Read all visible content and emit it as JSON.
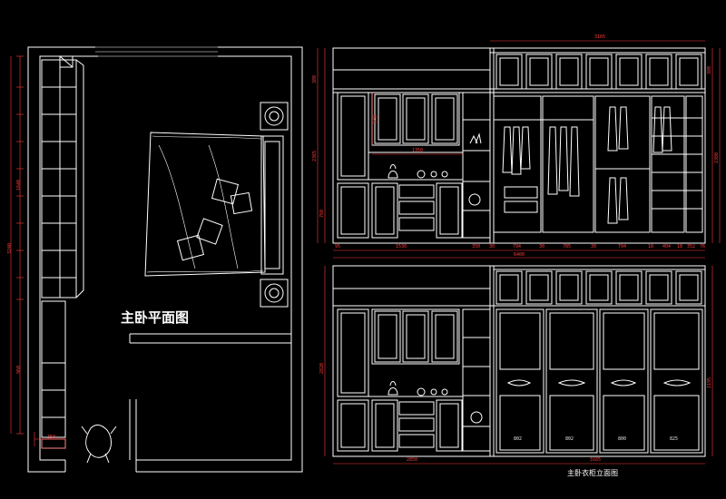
{
  "drawing": {
    "plan_title": "主卧平面图",
    "elevation_title": "主卧衣柜立面图",
    "colors": {
      "background": "#000000",
      "line": "#ffffff",
      "dimension": "#ff3b3b"
    }
  },
  "dimensions": {
    "plan_left": [
      "3240",
      "1640",
      "960"
    ],
    "plan_bottom": "350",
    "upper_top": "3165",
    "upper_left": [
      "380",
      "2365",
      "760"
    ],
    "upper_right": [
      "380",
      "2380"
    ],
    "upper_bottom": [
      "95",
      "1530",
      "350",
      "30",
      "794",
      "30",
      "785",
      "30",
      "794",
      "18",
      "404",
      "18",
      "352",
      "76"
    ],
    "upper_total": "6400",
    "upper_inner": "1350",
    "upper_inner_v": "640",
    "lower_left": "2820",
    "lower_right": "1195",
    "lower_bottom": [
      "2850",
      "3165"
    ],
    "lower_doors": [
      "802",
      "802",
      "800",
      "825"
    ]
  }
}
